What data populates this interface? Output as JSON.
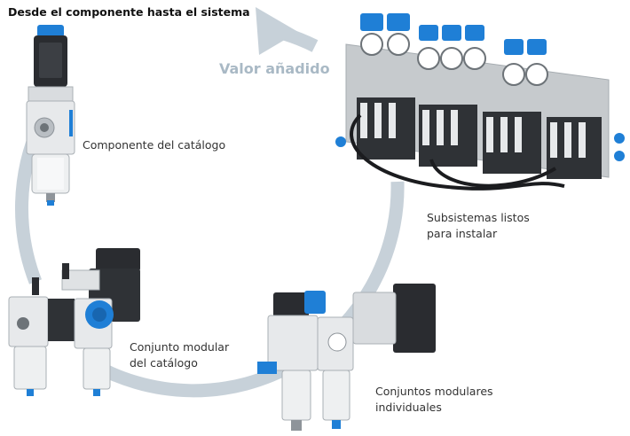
{
  "title": "Desde el componente hasta el sistema",
  "arrow_label": "Valor añadido",
  "stages": [
    {
      "lines": [
        "Componente del catálogo"
      ]
    },
    {
      "lines": [
        "Conjunto modular",
        "del catálogo"
      ]
    },
    {
      "lines": [
        "Conjuntos modulares",
        "individuales"
      ]
    },
    {
      "lines": [
        "Subsistemas listos",
        "para instalar"
      ]
    }
  ],
  "colors": {
    "cycle_arrow": "#c7d1d9",
    "value_label": "#a9b9c5",
    "accent_blue": "#1f7fd6",
    "metal": "#cfd3d6",
    "dark": "#2a2c30"
  },
  "icons": [
    "cycle-arrow-icon",
    "catalog-component-icon",
    "modular-assembly-icon",
    "custom-modular-assembly-icon",
    "subsystem-panel-icon"
  ]
}
